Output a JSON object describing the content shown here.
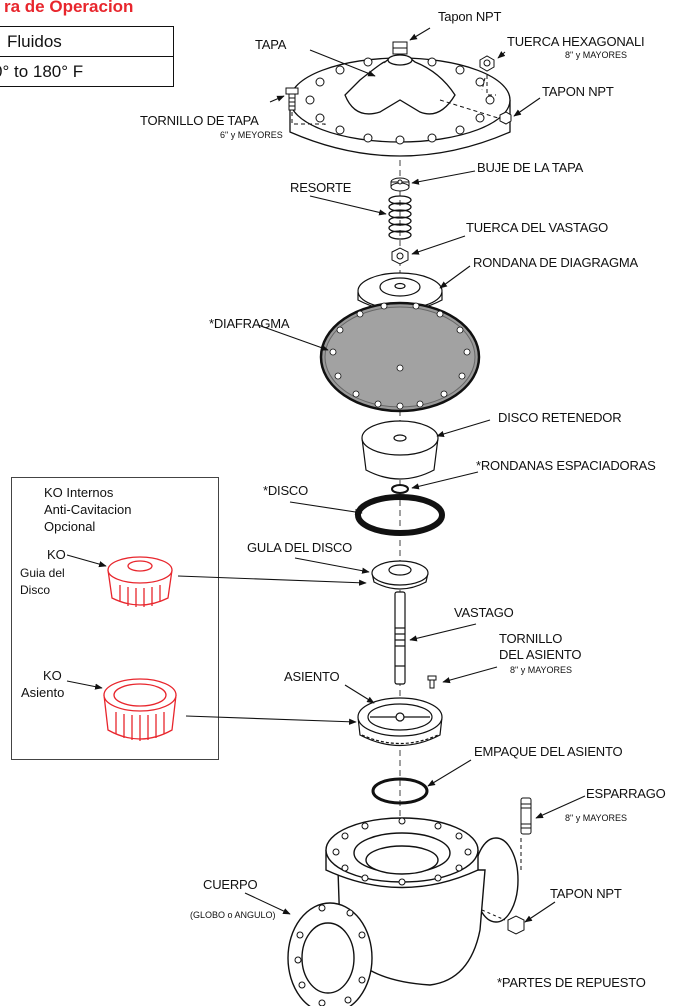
{
  "title": "ra de Operacion",
  "table": {
    "row1": "Fluidos",
    "row2": "0° to 180° F"
  },
  "labels": {
    "tapon_npt_top": "Tapon NPT",
    "tapa": "TAPA",
    "tuerca_hex": "TUERCA HEXAGONALI",
    "tuerca_hex_sub": "8\" y MAYORES",
    "tapon_npt_right": "TAPON NPT",
    "tornillo_tapa": "TORNILLO DE TAPA",
    "tornillo_tapa_sub": "6\" y MEYORES",
    "buje": "BUJE DE LA TAPA",
    "resorte": "RESORTE",
    "tuerca_vastago": "TUERCA DEL VASTAGO",
    "rondana_diafragma": "RONDANA DE DIAGRAGMA",
    "diafragma": "*DIAFRAGMA",
    "disco_retenedor": "DISCO RETENEDOR",
    "rondanas": "*RONDANAS ESPACIADORAS",
    "disco": "*DISCO",
    "gula": "GULA DEL DISCO",
    "vastago": "VASTAGO",
    "tornillo_asiento_1": "TORNILLO",
    "tornillo_asiento_2": "DEL ASIENTO",
    "tornillo_asiento_sub": "8\" y MAYORES",
    "asiento": "ASIENTO",
    "empaque": "EMPAQUE DEL ASIENTO",
    "esparrago": "ESPARRAGO",
    "esparrago_sub": "8\" y MAYORES",
    "cuerpo": "CUERPO",
    "cuerpo_sub": "(GLOBO o ANGULO)",
    "tapon_npt_bottom": "TAPON NPT",
    "repuesto": "*PARTES DE REPUESTO"
  },
  "ko": {
    "heading_1": "KO Internos",
    "heading_2": "Anti-Cavitacion",
    "heading_3": "Opcional",
    "guia_1": "KO",
    "guia_2": "Guia del",
    "guia_3": "Disco",
    "asiento_1": "KO",
    "asiento_2": "Asiento"
  },
  "colors": {
    "title": "#e8262d",
    "ko_parts": "#e8262d",
    "line": "#111111"
  }
}
